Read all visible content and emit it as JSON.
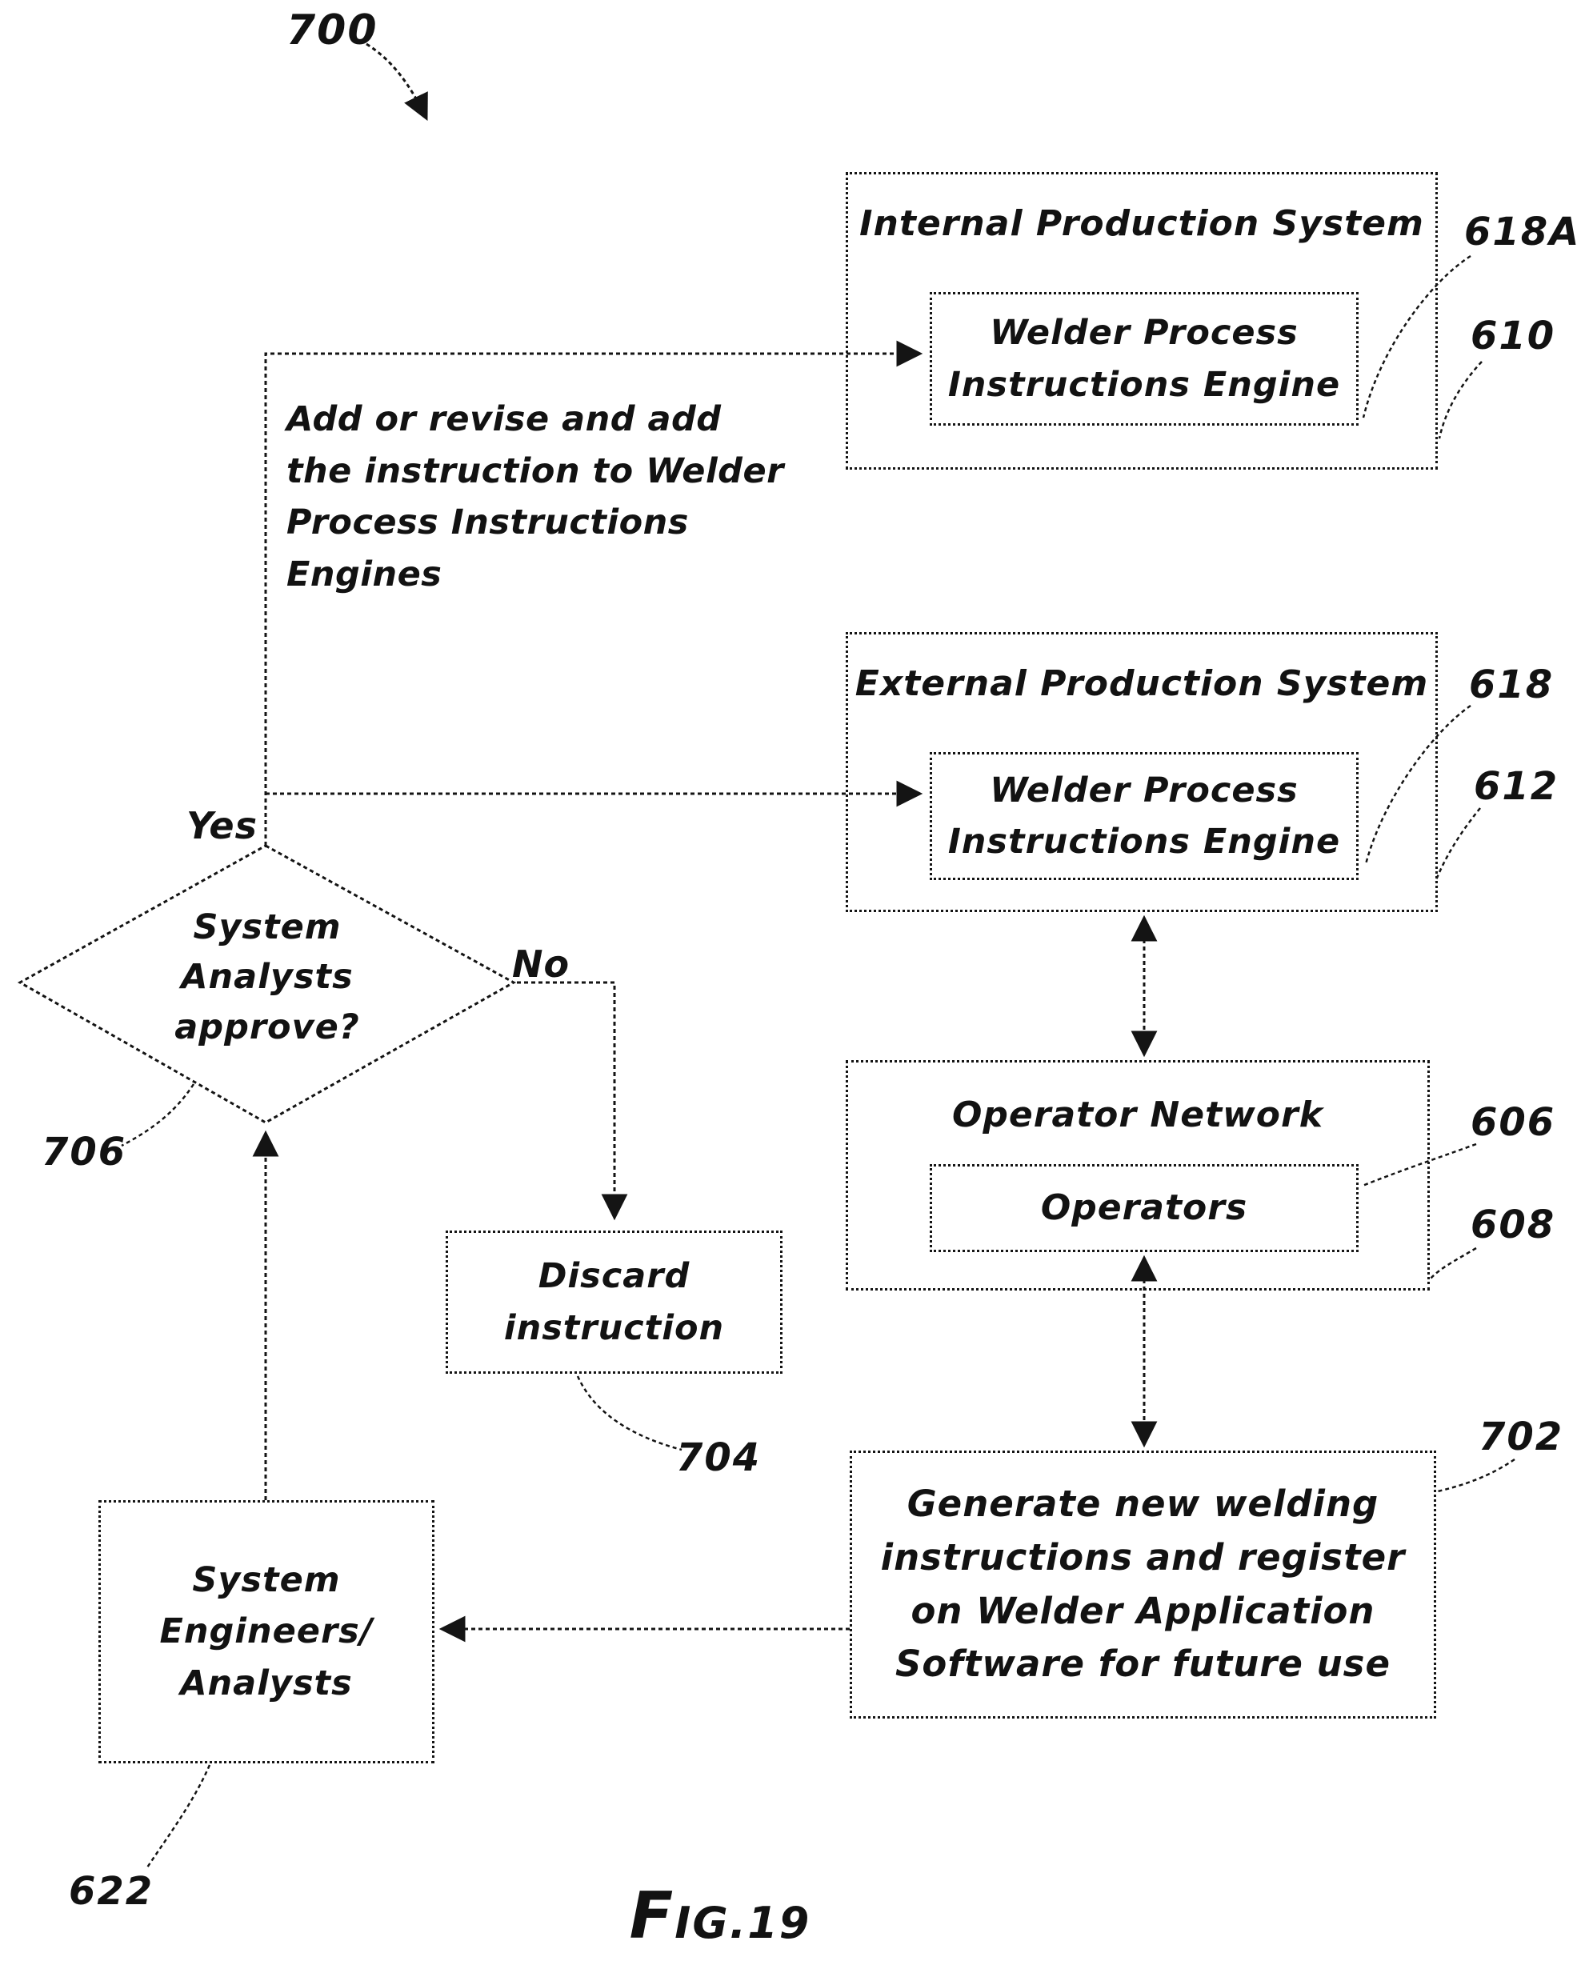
{
  "refs": {
    "r700": "700",
    "r618A": "618A",
    "r610": "610",
    "r618": "618",
    "r612": "612",
    "r606": "606",
    "r608": "608",
    "r702": "702",
    "r704": "704",
    "r706": "706",
    "r622": "622"
  },
  "boxes": {
    "internal": {
      "title": "Internal Production System",
      "engine": "Welder Process\nInstructions Engine"
    },
    "external": {
      "title": "External Production System",
      "engine": "Welder Process\nInstructions Engine"
    },
    "operator": {
      "title": "Operator Network",
      "members": "Operators"
    },
    "generate": {
      "text": "Generate new welding\ninstructions and register\non Welder Application\nSoftware for future use"
    },
    "discard": {
      "text": "Discard\ninstruction"
    },
    "engineers": {
      "text": "System\nEngineers/\nAnalysts"
    },
    "decision": {
      "text": "System\nAnalysts\napprove?",
      "yes_label": "Yes",
      "no_label": "No"
    }
  },
  "annotation": {
    "text": "Add or revise and add\nthe instruction to Welder\nProcess Instructions\nEngines"
  },
  "caption": {
    "initial": "F",
    "rest": "IG.19"
  }
}
